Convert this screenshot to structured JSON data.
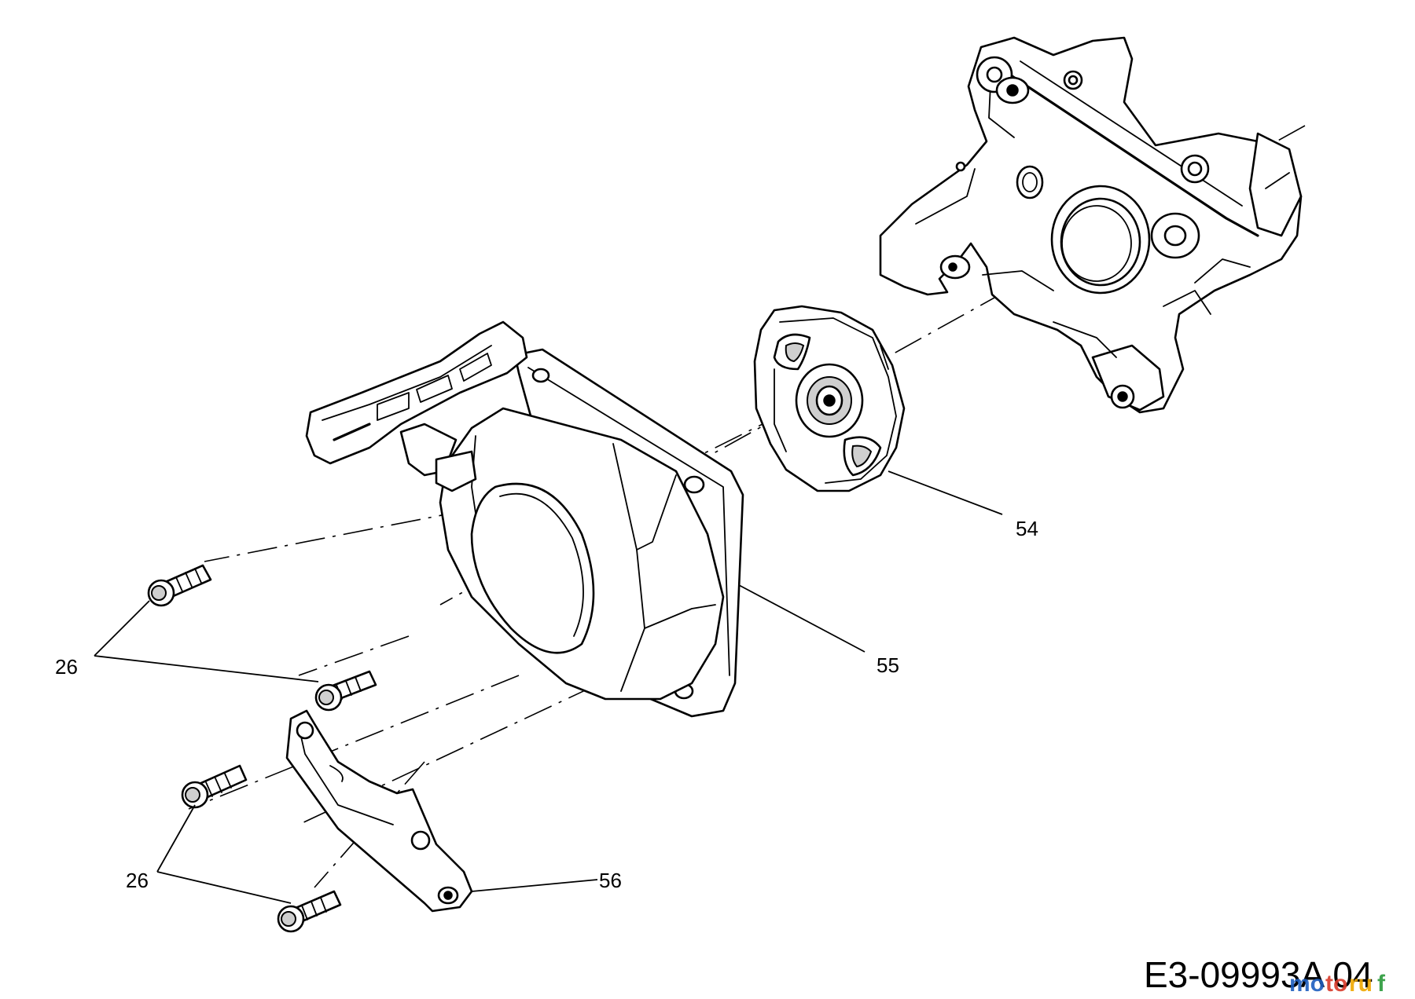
{
  "labels": {
    "part_54": "54",
    "part_55": "55",
    "part_56": "56",
    "part_26_upper": "26",
    "part_26_lower": "26"
  },
  "drawing_code": "E3-09993A 04",
  "watermark": {
    "text": "motoruf",
    "colors": [
      "#1f5fbf",
      "#d83a2a",
      "#f0a800",
      "#2a9a3a"
    ]
  }
}
